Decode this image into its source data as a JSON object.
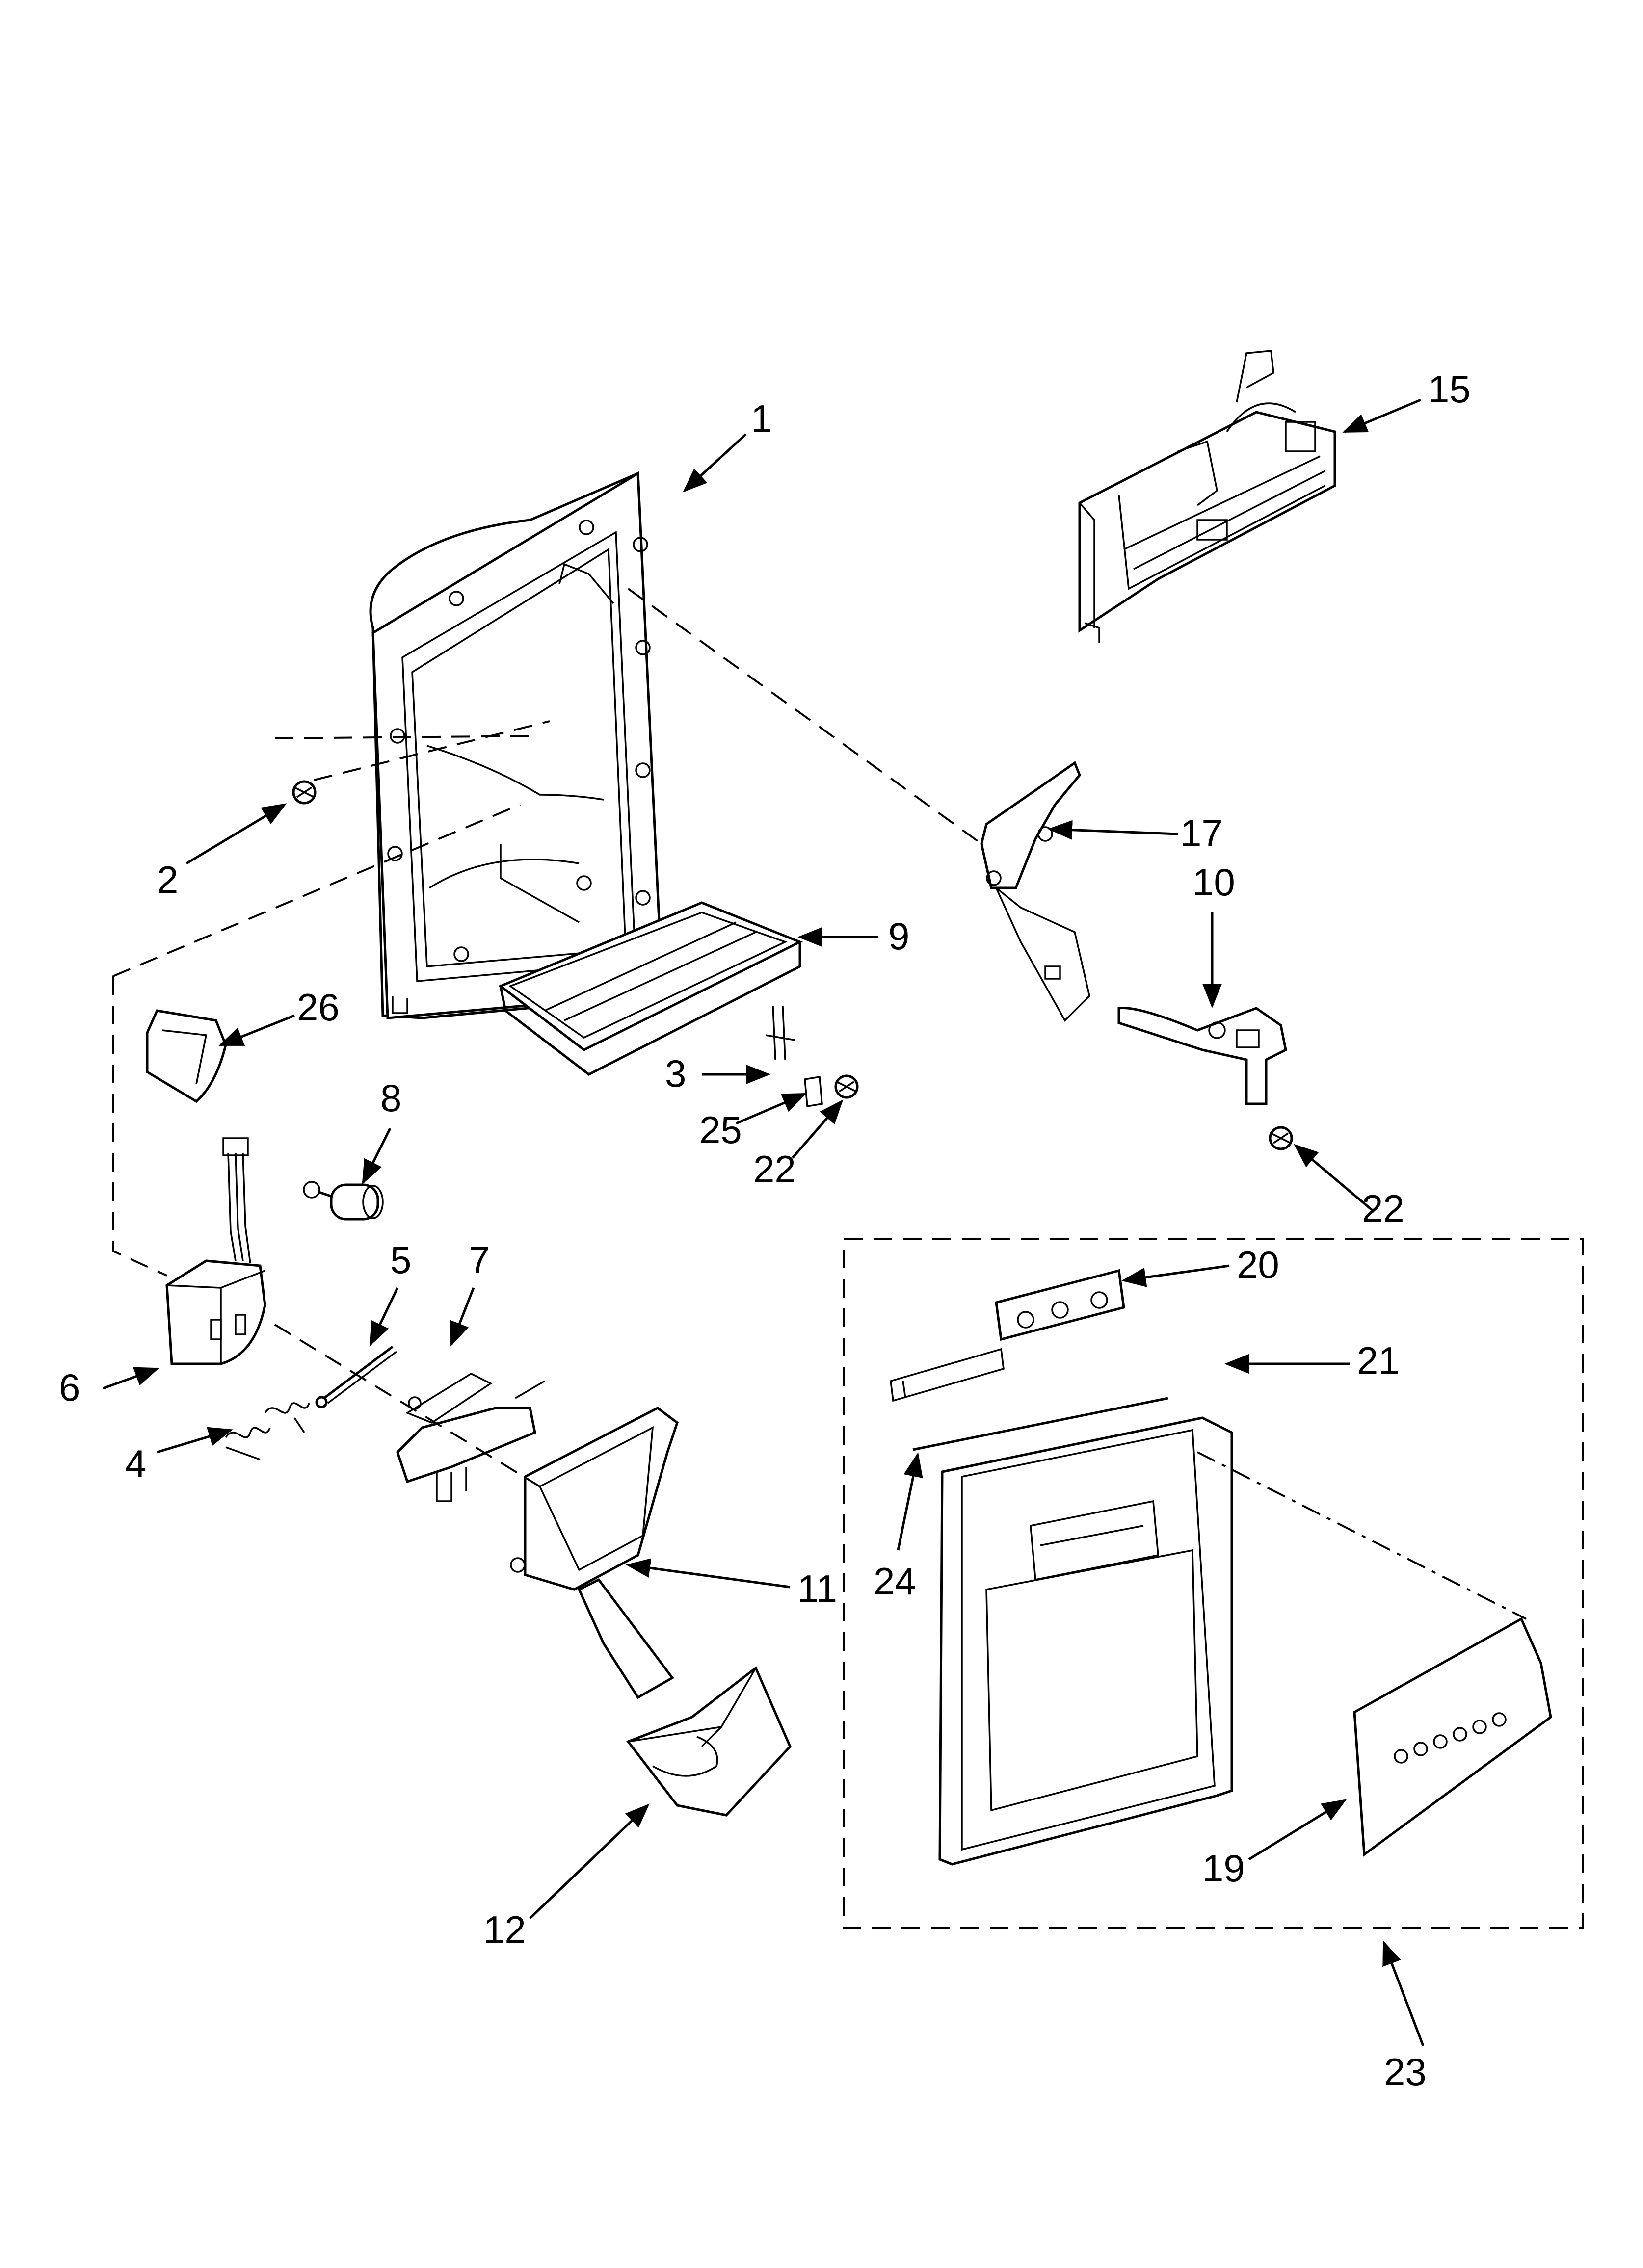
{
  "callouts": {
    "c1": "1",
    "c2": "2",
    "c3": "3",
    "c4": "4",
    "c5": "5",
    "c6": "6",
    "c7": "7",
    "c8": "8",
    "c9": "9",
    "c10": "10",
    "c11": "11",
    "c12": "12",
    "c15": "15",
    "c17": "17",
    "c19": "19",
    "c20": "20",
    "c21": "21",
    "c22a": "22",
    "c22b": "22",
    "c23": "23",
    "c24": "24",
    "c25": "25",
    "c26": "26"
  },
  "colors": {
    "ink": "#000000",
    "paper": "#ffffff",
    "shade": "#d9d9d9"
  }
}
